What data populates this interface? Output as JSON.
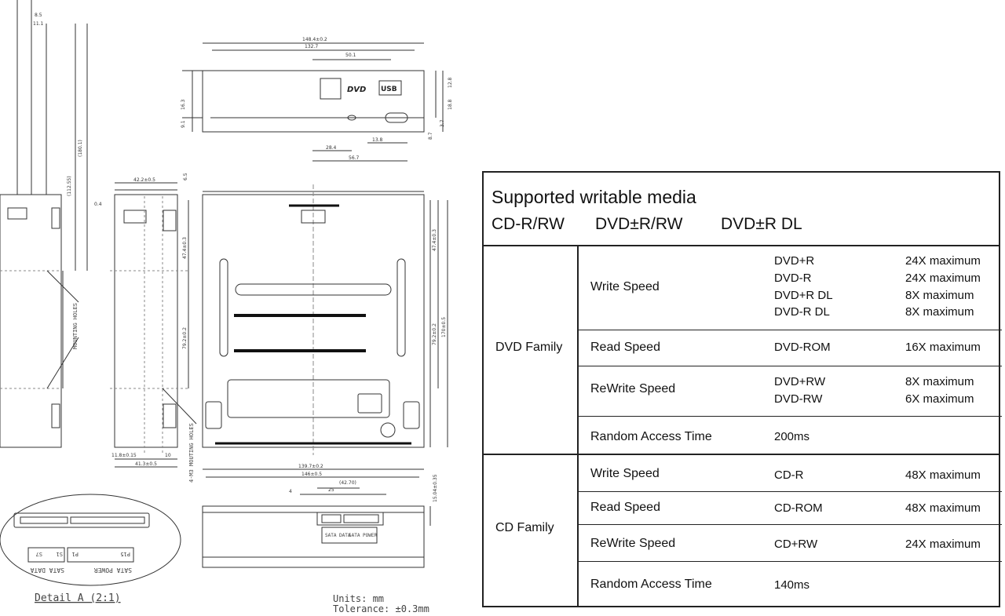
{
  "drawing": {
    "dims": {
      "d_8_5": "8.5",
      "d_11_1": "11.1",
      "d_180_1": "(180.1)",
      "d_112_55": "(112.55)",
      "d_0_4": "0.4",
      "d_42_2": "42.2±0.5",
      "d_6_5": "6.5",
      "d_47_4a": "47.4±0.3",
      "d_79_2a": "79.2±0.2",
      "d_11_8": "11.8±0.15",
      "d_10": "10",
      "d_41_3": "41.3±0.5",
      "d_148_4": "148.4±0.2",
      "d_132_7": "132.7",
      "d_50_1": "50.1",
      "d_16_3": "16.3",
      "d_9_1": "9.1",
      "d_28_4": "28.4",
      "d_13_8": "13.8",
      "d_56_7": "56.7",
      "d_12_8": "12.8",
      "d_18_8": "18.8",
      "d_3_7": "3.7",
      "d_8_7": "8.7",
      "d_47_4b": "47.4±0.3",
      "d_79_2b": "79.2±0.2",
      "d_170": "170±0.5",
      "d_139_7": "139.7±0.2",
      "d_146": "146±0.5",
      "d_4": "4",
      "d_25": "25",
      "d_42_70": "(42.70)",
      "d_15_04": "15.04±0.35"
    },
    "mounting_holes_a": "MOUNTING HOLES",
    "mounting_holes_b": "4-M3 MOUTING HOLES",
    "sata_data": "SATA DATA",
    "sata_power": "SATA POWER",
    "s7": "S7",
    "s1": "S1",
    "p15": "P15",
    "p1": "P1",
    "detail": "Detail A (2:1)",
    "units": "Units: mm",
    "tolerance": "Tolerance: ±0.3mm",
    "logo_dvd": "DVD",
    "logo_usb": "USB",
    "connector_label_a": "SATA DATA",
    "connector_label_b": "SATA POWER"
  },
  "spec": {
    "title": "Supported writable media",
    "media": [
      "CD-R/RW",
      "DVD±R/RW",
      "DVD±R DL"
    ],
    "dvd_family": "DVD Family",
    "cd_family": "CD Family",
    "dvd_rows": [
      {
        "label": "Write Speed",
        "items": [
          [
            "DVD+R",
            "24X maximum"
          ],
          [
            "DVD-R",
            "24X maximum"
          ],
          [
            "DVD+R DL",
            "8X maximum"
          ],
          [
            "DVD-R DL",
            "8X maximum"
          ]
        ]
      },
      {
        "label": "Read Speed",
        "items": [
          [
            "DVD-ROM",
            "16X maximum"
          ]
        ]
      },
      {
        "label": "ReWrite Speed",
        "items": [
          [
            "DVD+RW",
            "8X maximum"
          ],
          [
            "DVD-RW",
            "6X maximum"
          ]
        ]
      },
      {
        "label": "Random Access Time",
        "items": [
          [
            "200ms",
            ""
          ]
        ]
      }
    ],
    "cd_rows": [
      {
        "label": "Write Speed",
        "items": [
          [
            "CD-R",
            "48X maximum"
          ]
        ]
      },
      {
        "label": "Read Speed",
        "items": [
          [
            "CD-ROM",
            "48X maximum"
          ]
        ]
      },
      {
        "label": "ReWrite Speed",
        "items": [
          [
            "CD+RW",
            "24X maximum"
          ]
        ]
      },
      {
        "label": "Random Access Time",
        "items": [
          [
            "140ms",
            ""
          ]
        ]
      }
    ]
  }
}
